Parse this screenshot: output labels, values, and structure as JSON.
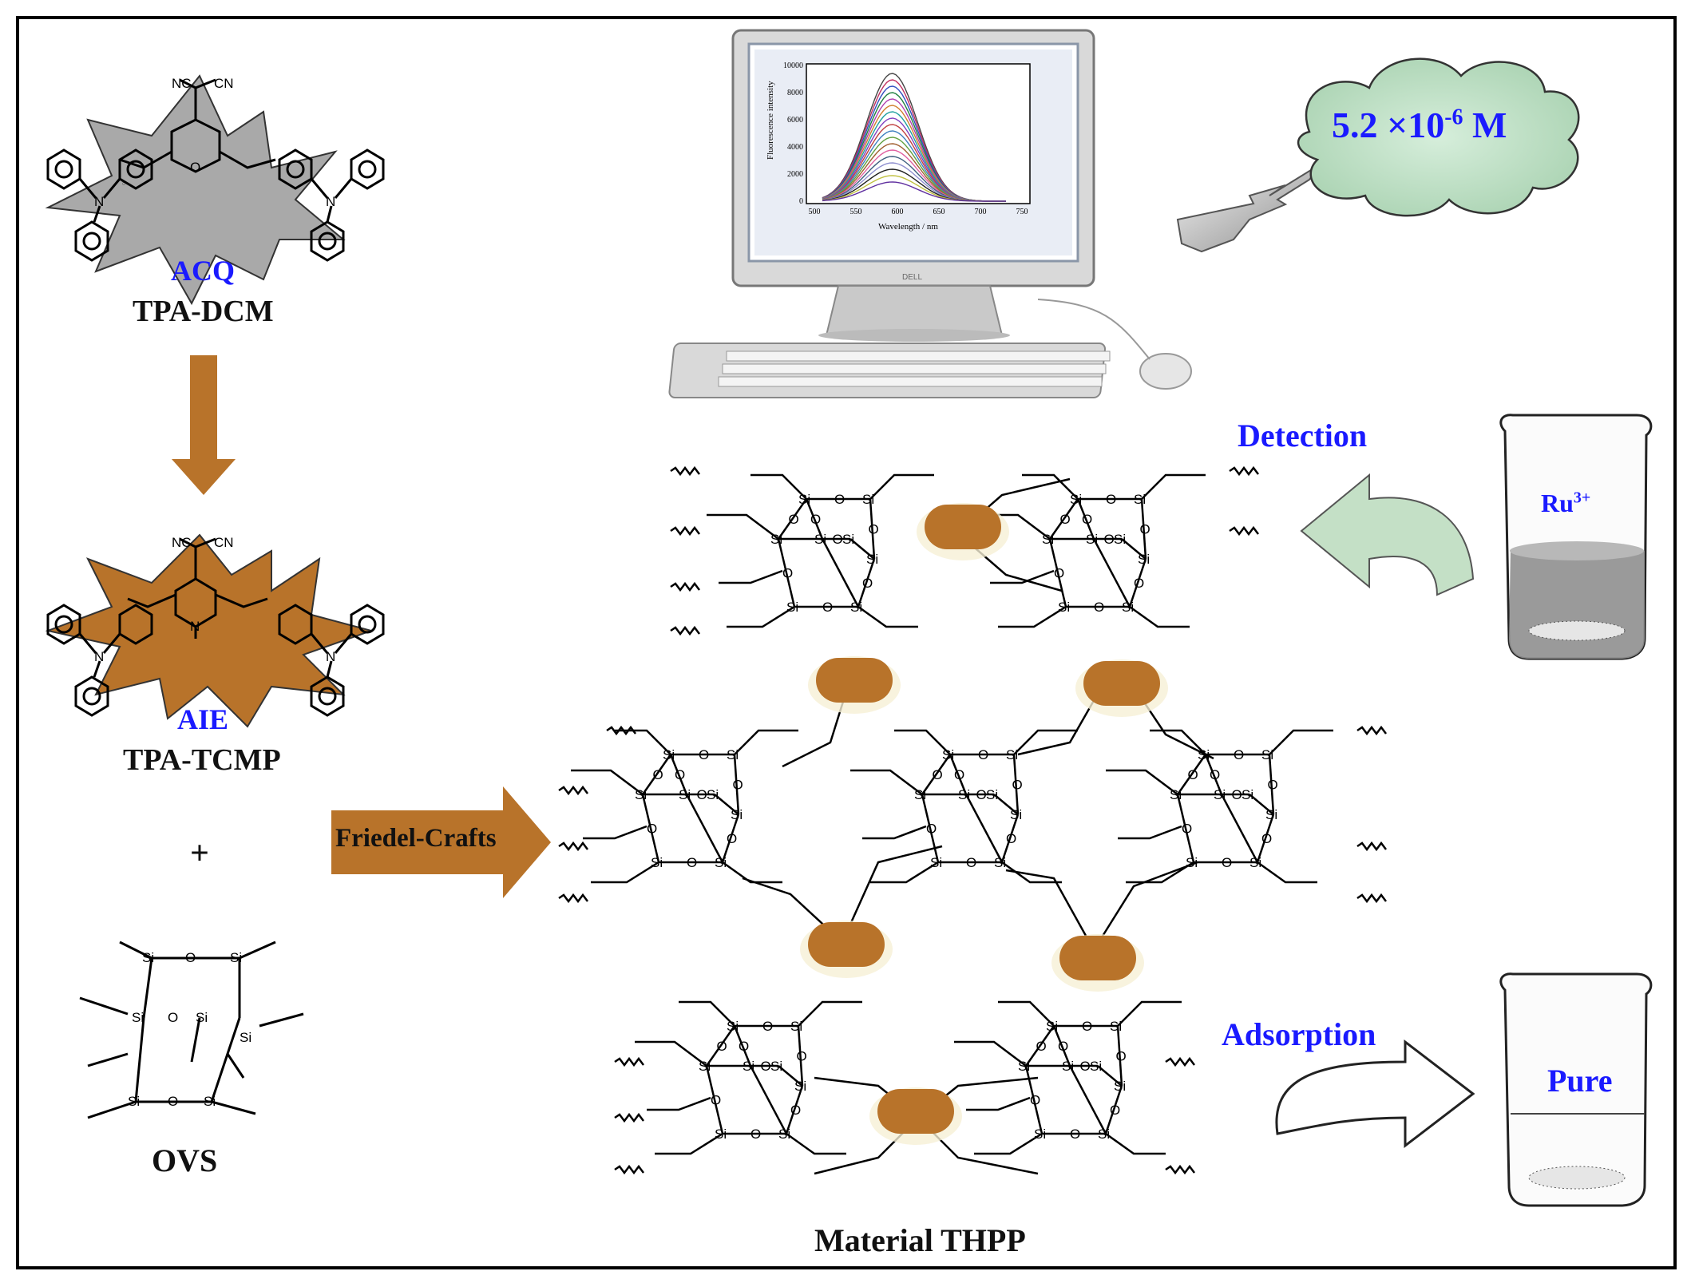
{
  "labels": {
    "acq": "ACQ",
    "tpa_dcm": "TPA-DCM",
    "aie": "AIE",
    "tpa_tcmp": "TPA-TCMP",
    "plus": "+",
    "ovs": "OVS",
    "friedel_crafts": "Friedel-Crafts",
    "material": "Material THPP",
    "detection": "Detection",
    "adsorption": "Adsorption",
    "ru_base": "Ru",
    "ru_sup": "3+",
    "pure": "Pure",
    "conc_base": "5.2 ×10",
    "conc_exp": "-6",
    "conc_unit": " M",
    "nc": "NC",
    "cn": "CN",
    "n": "N",
    "o": "O",
    "si": "Si"
  },
  "monitor": {
    "y_axis_label": "Fluorescence intensity",
    "x_axis_label": "Wavelength / nm",
    "y_ticks": [
      "0",
      "2000",
      "4000",
      "6000",
      "8000",
      "10000"
    ],
    "x_ticks": [
      "500",
      "550",
      "600",
      "650",
      "700",
      "750"
    ],
    "brand": "DELL"
  },
  "colors": {
    "orange": "#b8732a",
    "gray_star": "#a9a9a9",
    "cloud": "#bfe0c6",
    "green_arrow": "#c4e0c6",
    "label_blue": "#1a1aff"
  }
}
